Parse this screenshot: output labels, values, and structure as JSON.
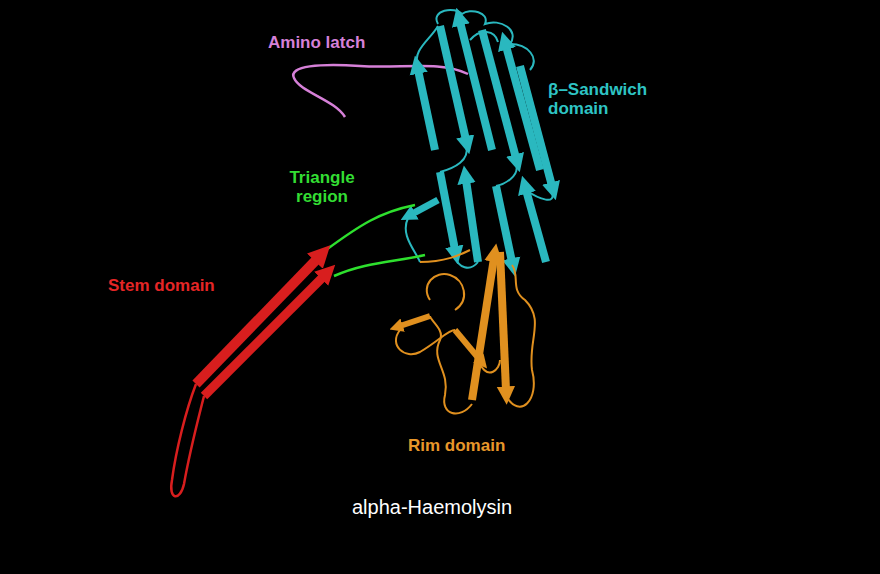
{
  "diagram": {
    "caption": "alpha-Haemolysin",
    "labels": [
      "Amino latch",
      "β–Sandwich domain",
      "Triangle region",
      "Stem domain",
      "Rim domain"
    ]
  }
}
